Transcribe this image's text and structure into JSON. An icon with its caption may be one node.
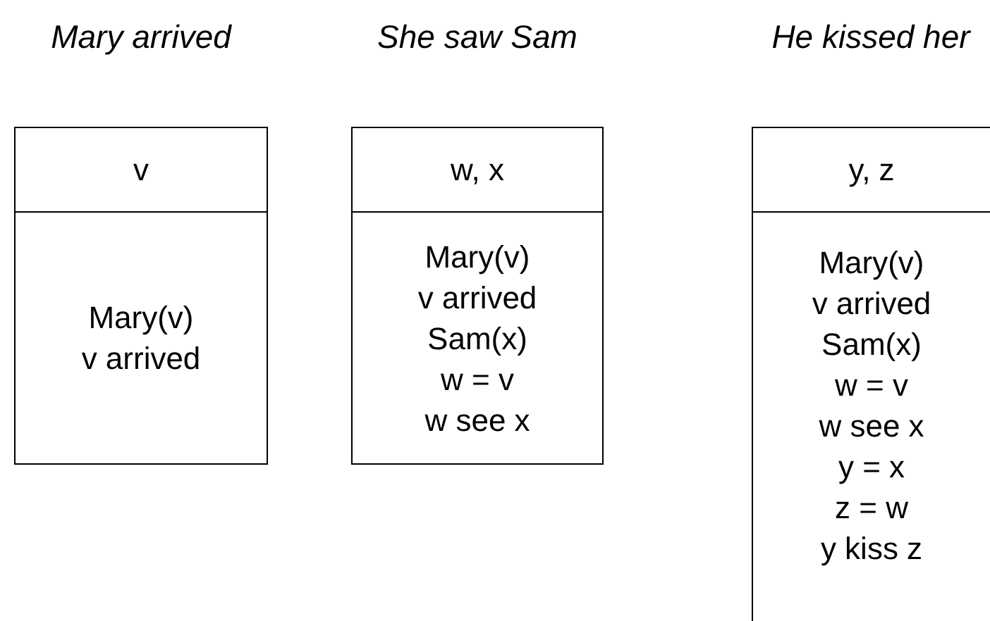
{
  "diagram": {
    "nodes": [
      {
        "text": [
          "Mary arrived"
        ]
      },
      {
        "text": [
          "v"
        ],
        "in": 0
      },
      {
        "text": [
          "Mary(v)",
          "v arrived"
        ],
        "in": 0
      },
      {
        "text": [
          "She saw Sam"
        ]
      },
      {
        "text": [
          "w, x"
        ],
        "in": 3
      },
      {
        "text": [
          "Mary(v)",
          "v arrived",
          "Sam(x)",
          "w = v",
          "w see x"
        ],
        "in": 3
      },
      {
        "text": [
          "He kissed her"
        ]
      },
      {
        "text": [
          "y, z"
        ],
        "in": 6
      },
      {
        "text": [
          "Mary(v)",
          "v arrived",
          "Sam(x)",
          "w = v",
          "w see x",
          "y = x",
          "z = w",
          "y kiss z"
        ],
        "in": 6
      }
    ],
    "edges": []
  }
}
